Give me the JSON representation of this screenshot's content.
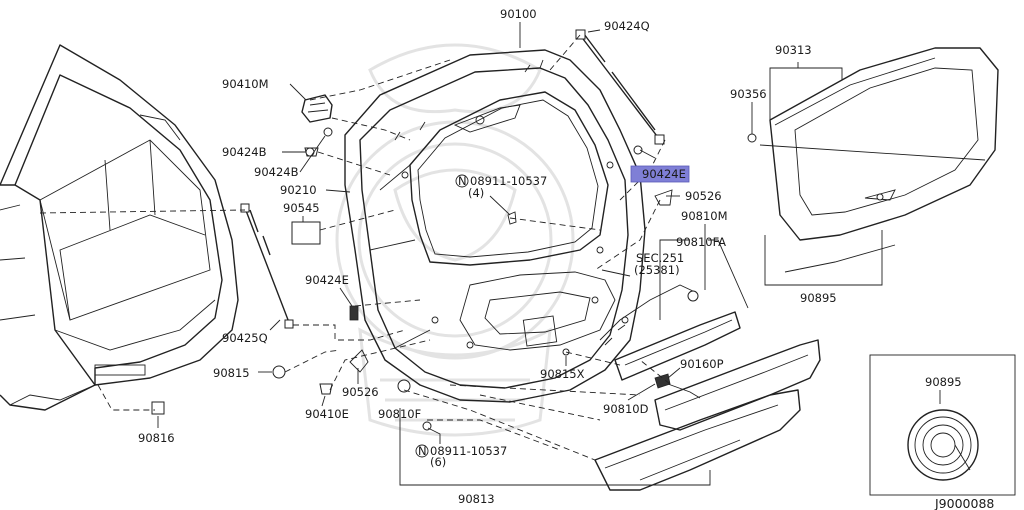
{
  "diagram": {
    "reference_code": "J9000088",
    "highlight_color": "#7f7fd6",
    "parts": [
      {
        "id": "p_90100",
        "label": "90100"
      },
      {
        "id": "p_90424Q",
        "label": "90424Q"
      },
      {
        "id": "p_90313",
        "label": "90313"
      },
      {
        "id": "p_90356",
        "label": "90356"
      },
      {
        "id": "p_90410M",
        "label": "90410M"
      },
      {
        "id": "p_90424B_a",
        "label": "90424B"
      },
      {
        "id": "p_90424B_b",
        "label": "90424B"
      },
      {
        "id": "p_90210",
        "label": "90210"
      },
      {
        "id": "p_08911_4",
        "label": "08911-10537",
        "qty": "(4)",
        "prefix": "N"
      },
      {
        "id": "p_90424E_hl",
        "label": "90424E",
        "highlighted": true
      },
      {
        "id": "p_90526_a",
        "label": "90526"
      },
      {
        "id": "p_90545",
        "label": "90545"
      },
      {
        "id": "p_90810M",
        "label": "90810M"
      },
      {
        "id": "p_90810FA",
        "label": "90810FA"
      },
      {
        "id": "p_sec251",
        "label": "SEC.251",
        "qty": "(25381)"
      },
      {
        "id": "p_90424E",
        "label": "90424E"
      },
      {
        "id": "p_90895_a",
        "label": "90895"
      },
      {
        "id": "p_90425Q",
        "label": "90425Q"
      },
      {
        "id": "p_90815X",
        "label": "90815X"
      },
      {
        "id": "p_90160P",
        "label": "90160P"
      },
      {
        "id": "p_90815",
        "label": "90815"
      },
      {
        "id": "p_90526_b",
        "label": "90526"
      },
      {
        "id": "p_90810D",
        "label": "90810D"
      },
      {
        "id": "p_90410E",
        "label": "90410E"
      },
      {
        "id": "p_90810F",
        "label": "90810F"
      },
      {
        "id": "p_90816",
        "label": "90816"
      },
      {
        "id": "p_08911_6",
        "label": "08911-10537",
        "qty": "(6)",
        "prefix": "N"
      },
      {
        "id": "p_90813",
        "label": "90813"
      },
      {
        "id": "p_90895_b",
        "label": "90895"
      }
    ]
  }
}
